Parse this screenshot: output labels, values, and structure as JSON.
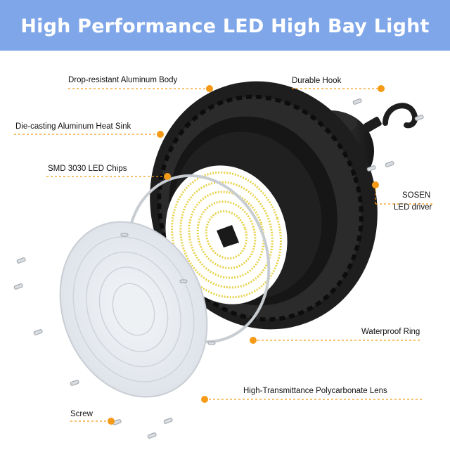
{
  "title": "High Performance LED High Bay Light",
  "accent_color": "#f59a16",
  "banner_color": "#7fa6e8",
  "labels": {
    "body": "Drop-resistant Aluminum Body",
    "heatsink": "Die-casting Aluminum Heat Sink",
    "chips": "SMD 3030 LED Chips",
    "hook": "Durable Hook",
    "driver_line1": "SOSEN",
    "driver_line2": "LED driver",
    "ring": "Waterproof Ring",
    "lens": "High-Transmittance Polycarbonate Lens",
    "screw": "Screw"
  }
}
